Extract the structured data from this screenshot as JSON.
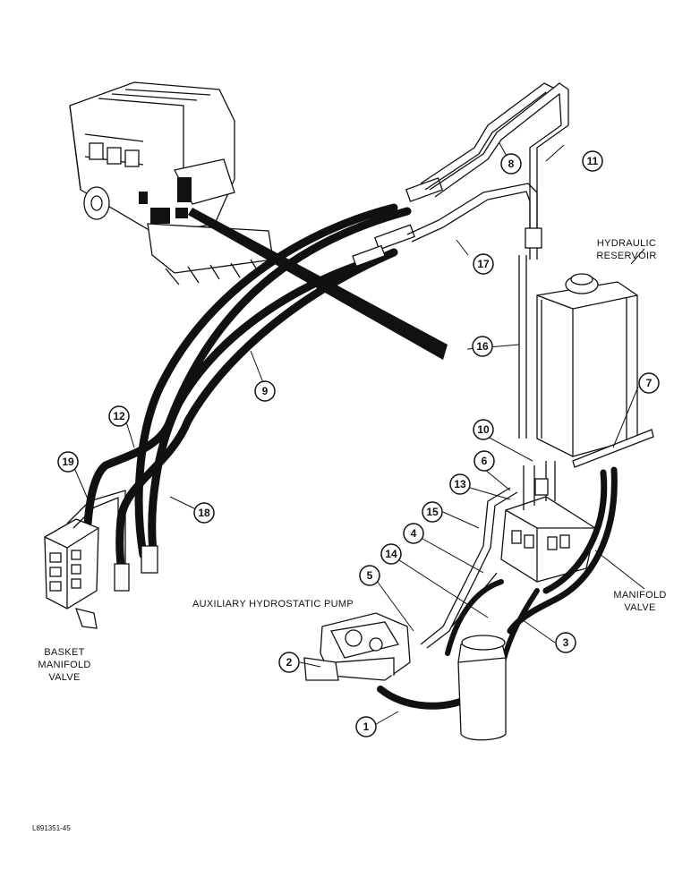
{
  "labels": {
    "hydraulic_reservoir": [
      "HYDRAULIC",
      "RESERVOIR"
    ],
    "manifold_valve": [
      "MANIFOLD",
      "VALVE"
    ],
    "auxiliary_pump": "AUXILIARY HYDROSTATIC PUMP",
    "basket_manifold_valve": [
      "BASKET",
      "MANIFOLD",
      "VALVE"
    ]
  },
  "callouts": [
    "1",
    "2",
    "3",
    "4",
    "5",
    "6",
    "7",
    "8",
    "9",
    "10",
    "11",
    "12",
    "13",
    "14",
    "15",
    "16",
    "17",
    "18",
    "19"
  ],
  "figure_code": "L891351-45"
}
